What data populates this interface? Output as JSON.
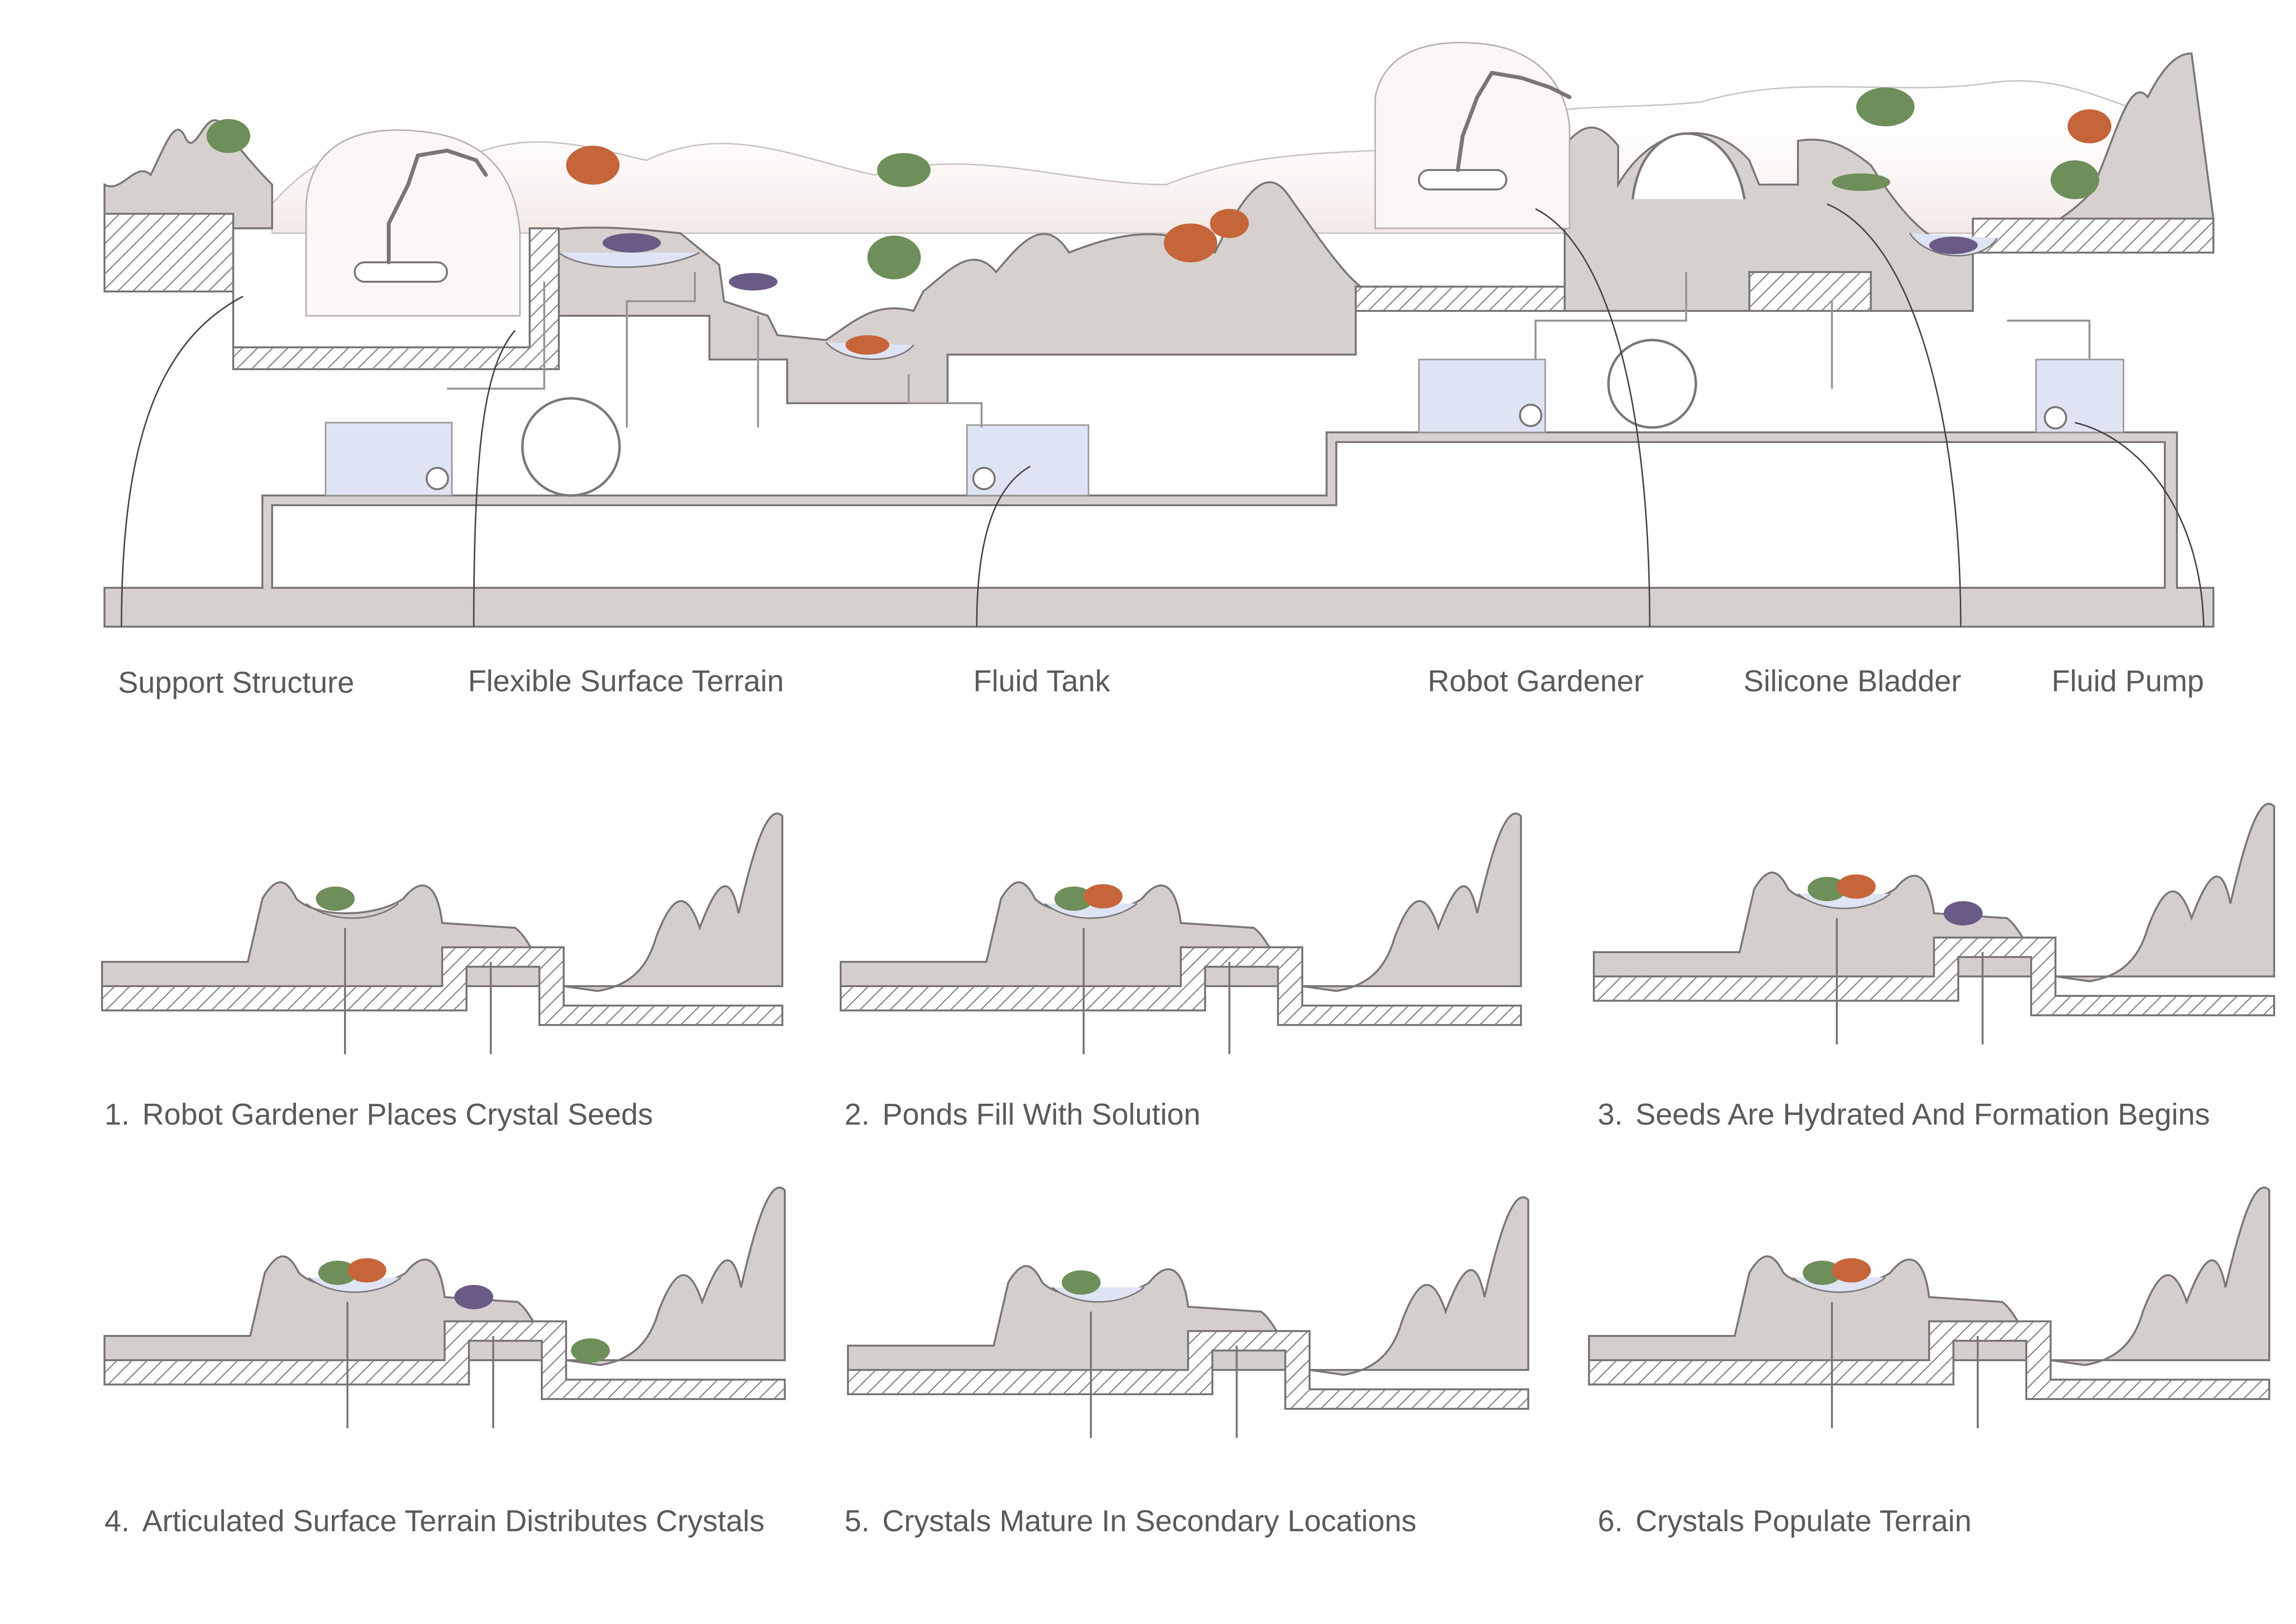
{
  "main_section": {
    "labels": [
      "Support Structure",
      "Flexible Surface Terrain",
      "Fluid Tank",
      "Robot Gardener",
      "Silicone Bladder",
      "Fluid Pump"
    ]
  },
  "steps": [
    {
      "number": "1.",
      "caption": "Robot Gardener Places Crystal Seeds"
    },
    {
      "number": "2.",
      "caption": "Ponds Fill With Solution"
    },
    {
      "number": "3.",
      "caption": "Seeds Are Hydrated And Formation Begins"
    },
    {
      "number": "4.",
      "caption": "Articulated Surface Terrain Distributes Crystals"
    },
    {
      "number": "5.",
      "caption": "Crystals Mature In Secondary Locations"
    },
    {
      "number": "6.",
      "caption": "Crystals Populate Terrain"
    }
  ],
  "colors": {
    "terrain_fill": "#d4cfcd",
    "structure_line": "#7a7676",
    "water_fill": "#dfe4f5",
    "crystal_green": "#6f8f5a",
    "crystal_orange": "#c7653a",
    "crystal_purple": "#6a5a86"
  }
}
